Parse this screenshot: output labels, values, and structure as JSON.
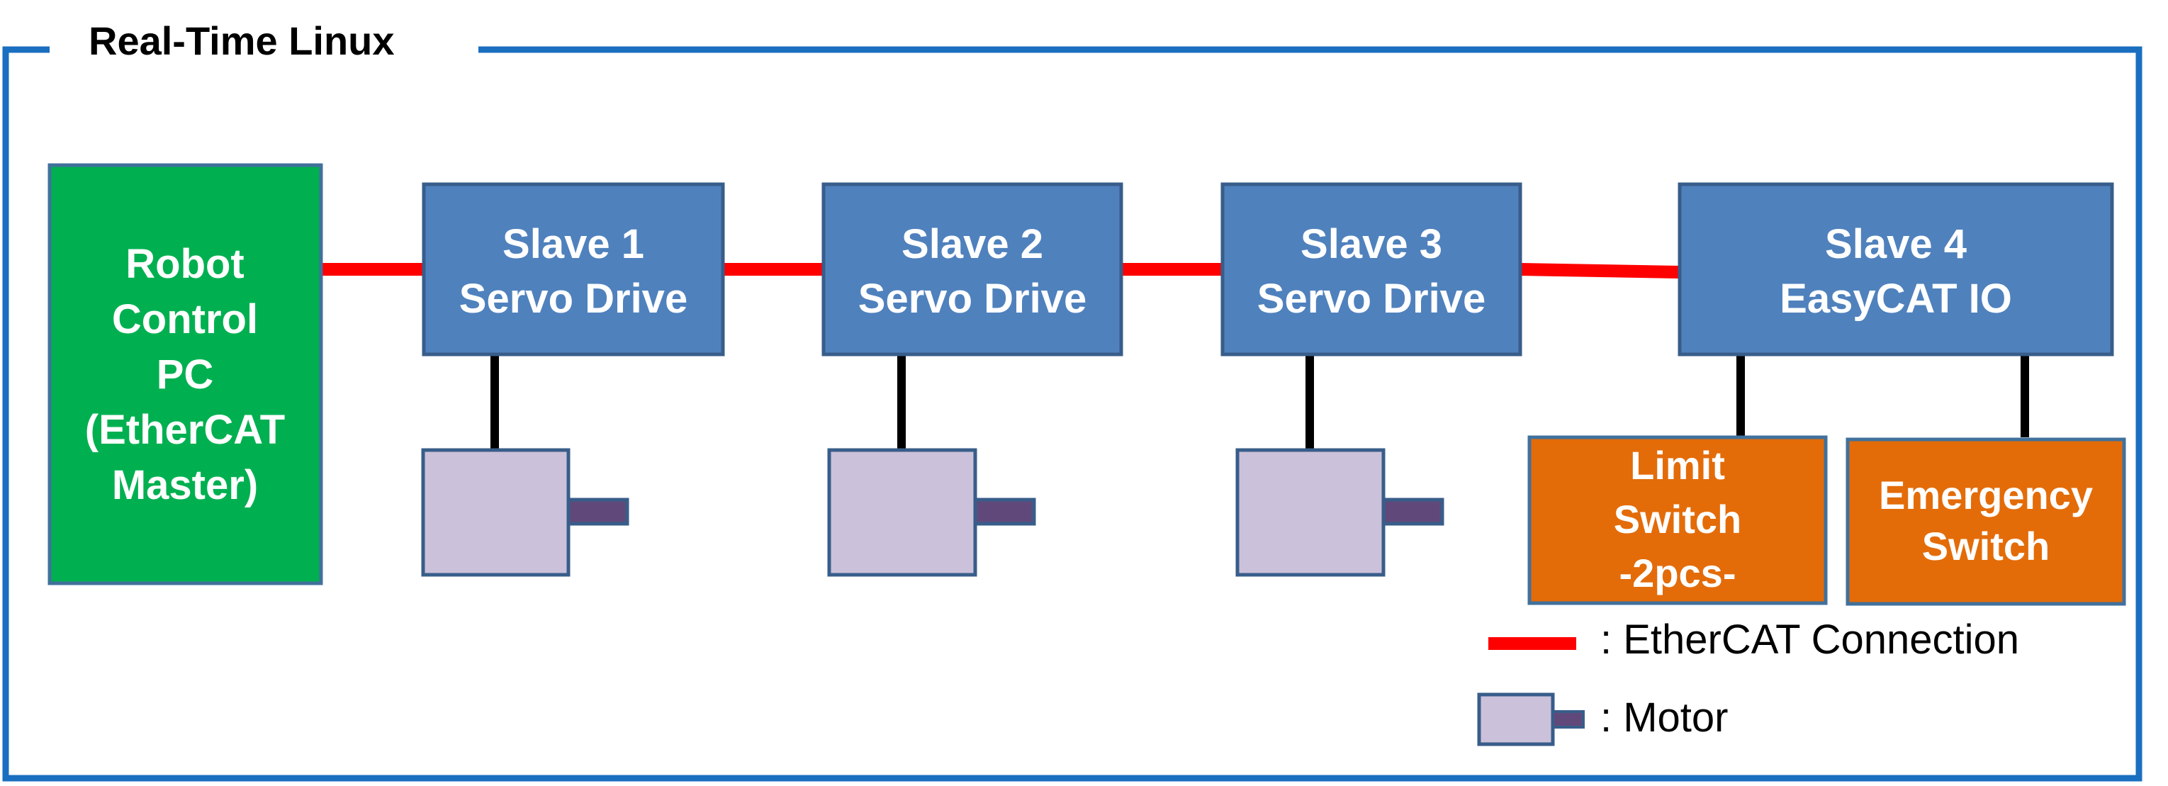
{
  "frame": {
    "title": "Real-Time Linux",
    "border_color": "#1a6fc0"
  },
  "master": {
    "lines": [
      "Robot",
      "Control",
      "PC",
      "(EtherCAT",
      "Master)"
    ],
    "fill": "#00b050",
    "stroke": "#41719c"
  },
  "slaves": [
    {
      "line1": "Slave 1",
      "line2": "Servo Drive"
    },
    {
      "line1": "Slave 2",
      "line2": "Servo Drive"
    },
    {
      "line1": "Slave 3",
      "line2": "Servo Drive"
    },
    {
      "line1": "Slave 4",
      "line2": "EasyCAT IO"
    }
  ],
  "slave_style": {
    "fill": "#4f81bd",
    "stroke": "#385d8a"
  },
  "io_devices": [
    {
      "lines": [
        "Limit",
        "Switch",
        "-2pcs-"
      ]
    },
    {
      "lines": [
        "Emergency",
        "Switch"
      ]
    }
  ],
  "io_style": {
    "fill": "#e36c09",
    "stroke": "#41719c"
  },
  "motor_style": {
    "fill": "#ccc1da",
    "stroke": "#385d8a",
    "shaft": "#60497a"
  },
  "connection_color": "#ff0000",
  "legend": {
    "ethercat_label": ": EtherCAT Connection",
    "motor_label": ": Motor"
  }
}
